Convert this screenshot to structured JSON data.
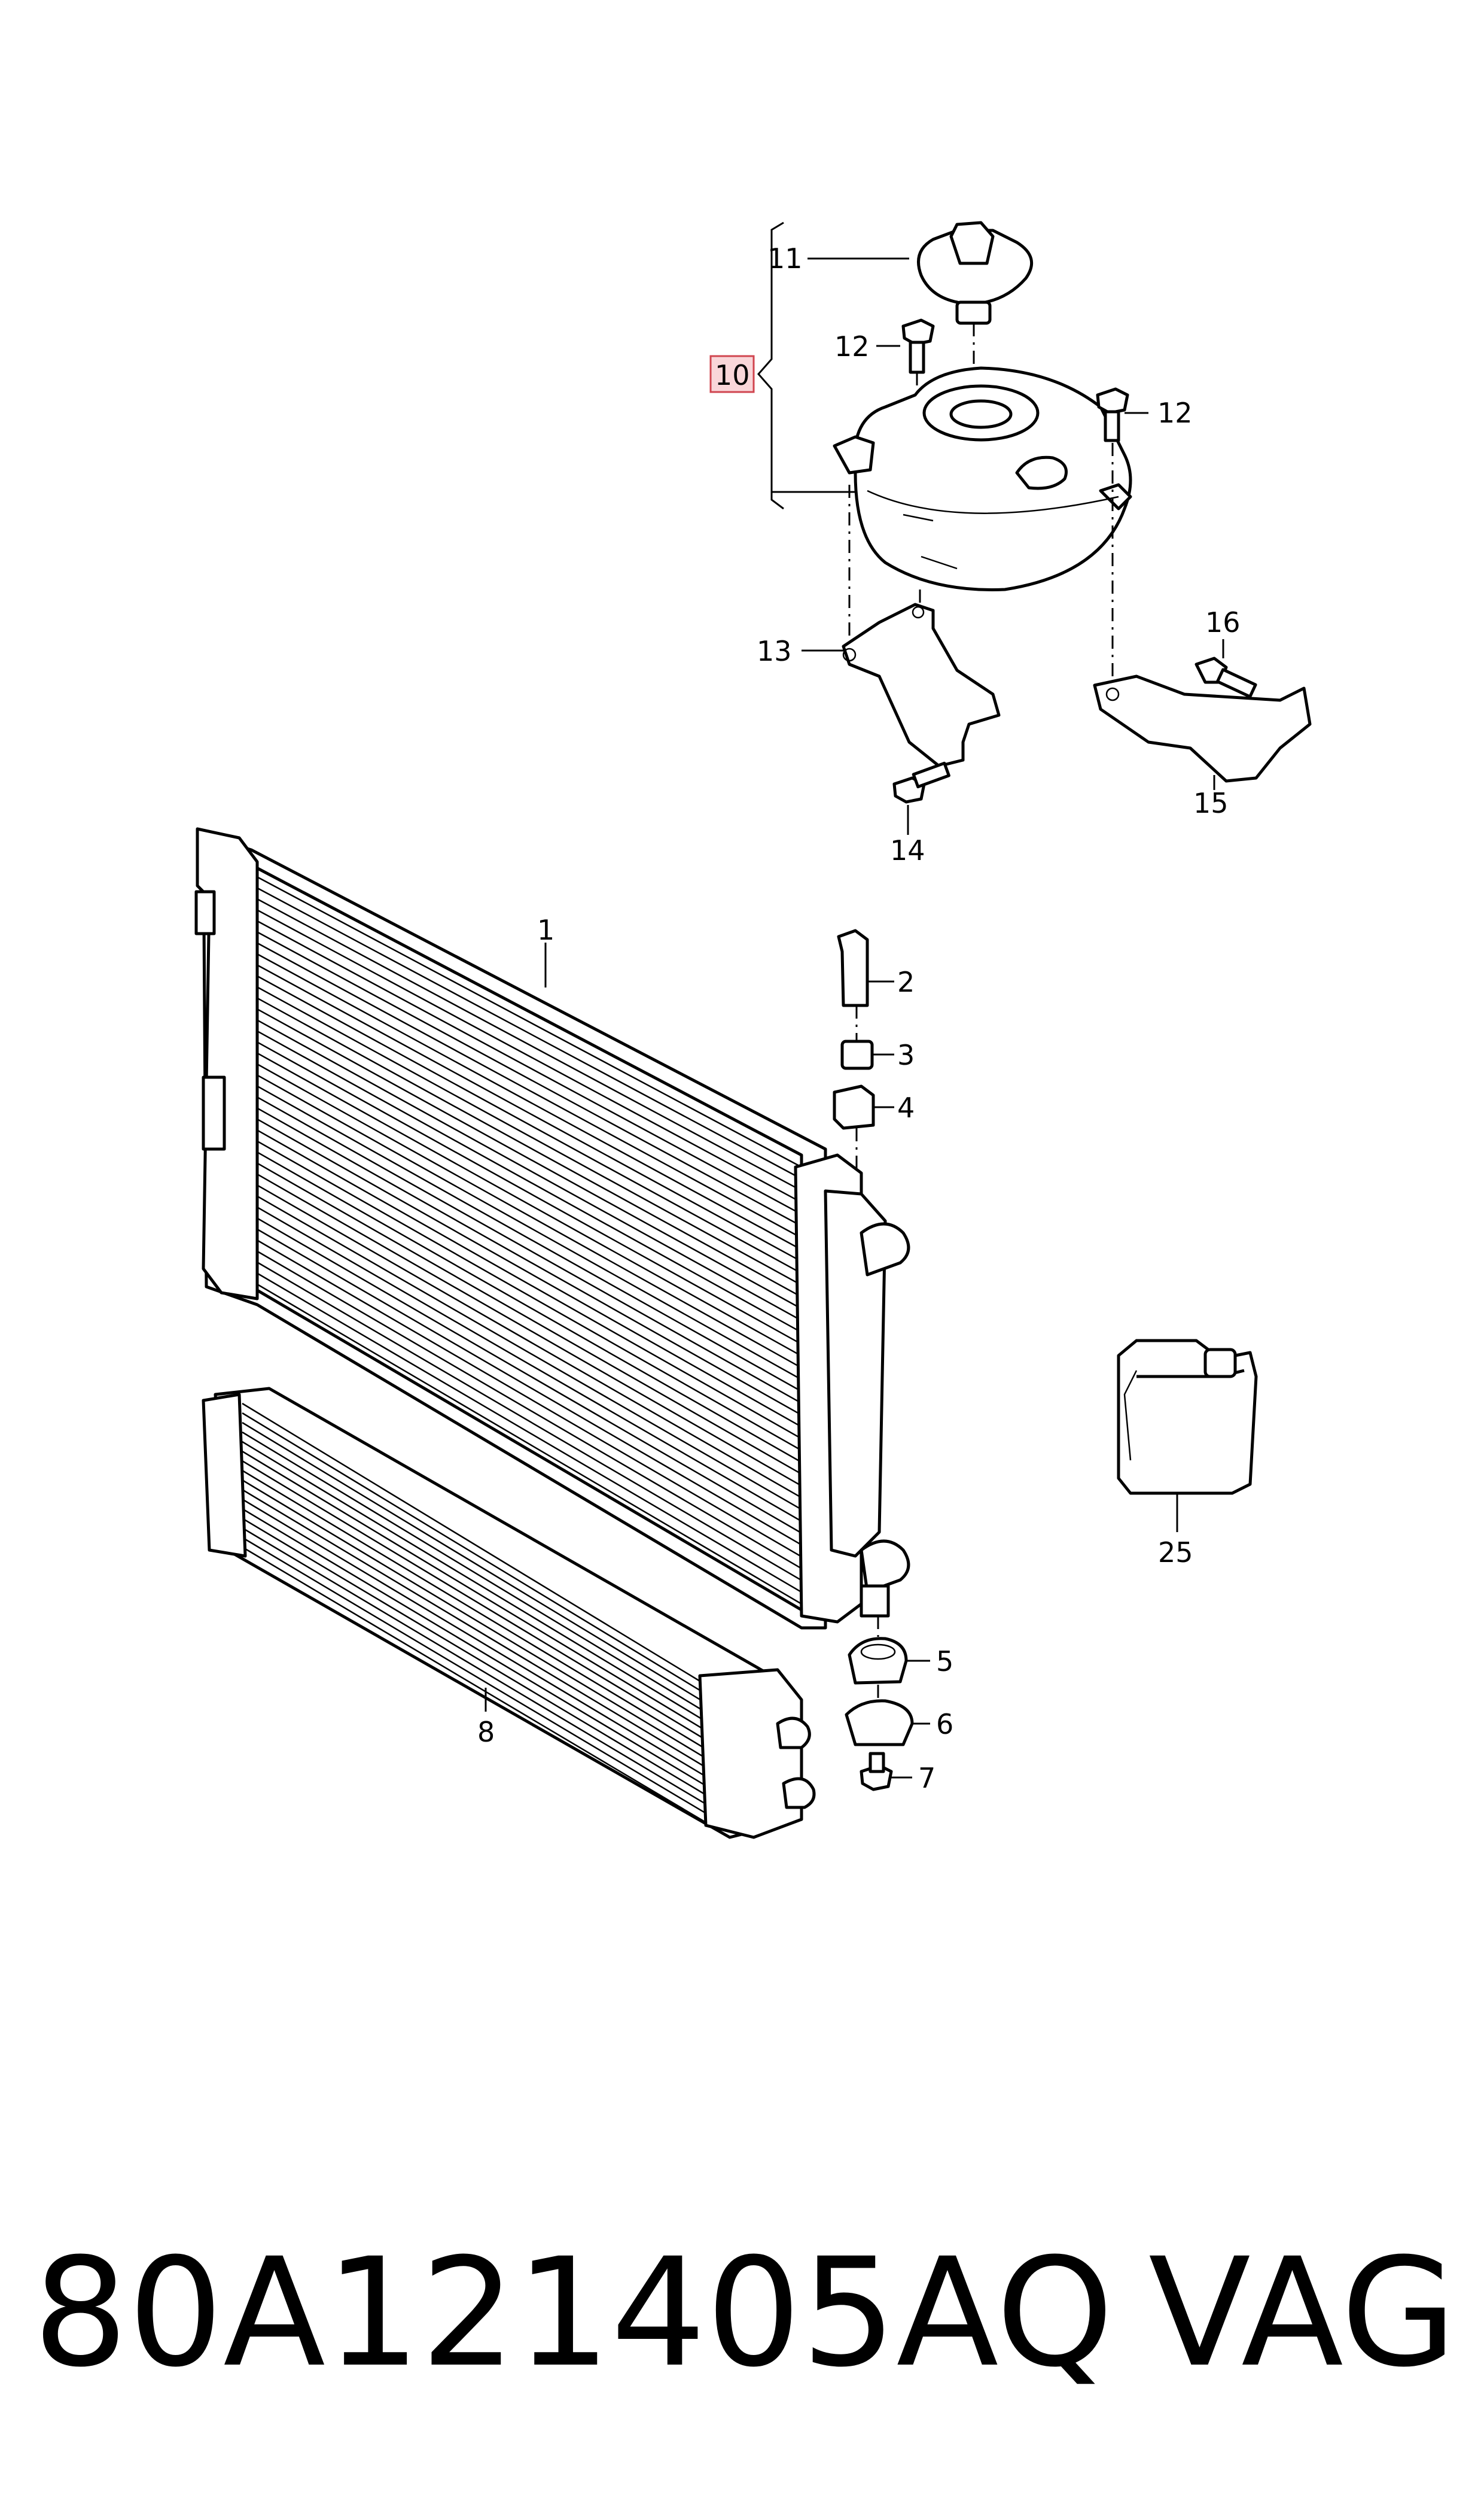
{
  "callouts": {
    "c1": "1",
    "c2": "2",
    "c3": "3",
    "c4": "4",
    "c5": "5",
    "c6": "6",
    "c7": "7",
    "c8": "8",
    "c10": "10",
    "c11": "11",
    "c12a": "12",
    "c12b": "12",
    "c13": "13",
    "c14": "14",
    "c15": "15",
    "c16": "16",
    "c25": "25"
  },
  "footer": {
    "part_number": "80A121405AQ",
    "brand": "VAG"
  },
  "colors": {
    "highlight_fill": "#f9d6d9",
    "highlight_stroke": "#d0454f"
  }
}
